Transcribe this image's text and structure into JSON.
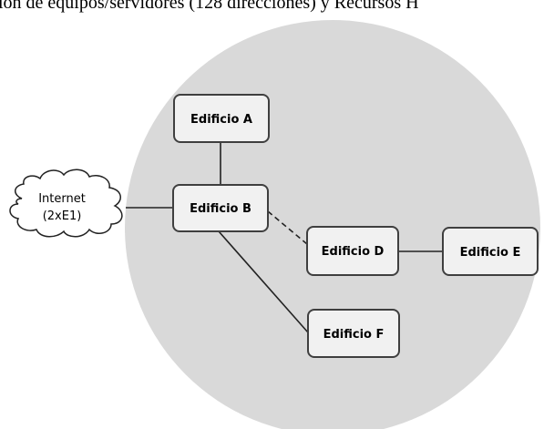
{
  "header_text": "ión de equipos/servidores (128 direcciones) y Recursos H",
  "nodes": {
    "a": "Edificio A",
    "b": "Edificio B",
    "d": "Edificio D",
    "e": "Edificio E",
    "f": "Edificio F"
  },
  "cloud": {
    "line1": "Internet",
    "line2": "(2xE1)"
  },
  "colors": {
    "circle_fill": "#d9d9d9",
    "node_fill": "#f1f1f1",
    "node_stroke": "#3f3f3f",
    "line": "#222222"
  }
}
